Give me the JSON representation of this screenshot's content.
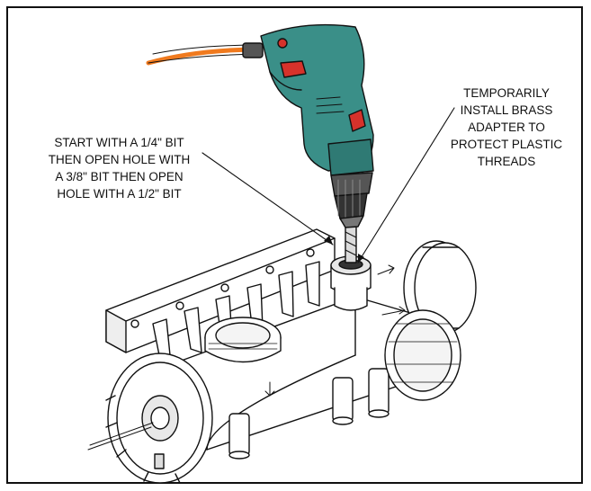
{
  "callouts": {
    "drill_bits": {
      "lines": [
        "START WITH A 1/4\" BIT",
        "THEN OPEN HOLE WITH",
        "A 3/8\" BIT THEN OPEN",
        "HOLE WITH A 1/2\" BIT"
      ]
    },
    "brass_adapter": {
      "lines": [
        "TEMPORARILY",
        "INSTALL BRASS",
        "ADAPTER TO",
        "PROTECT PLASTIC",
        "THREADS"
      ]
    }
  },
  "colors": {
    "drill_body": "#3a8f88",
    "drill_accent": "#d6322b",
    "cord": "#f07a1e",
    "outline": "#111111",
    "valve_fill": "#ffffff"
  }
}
